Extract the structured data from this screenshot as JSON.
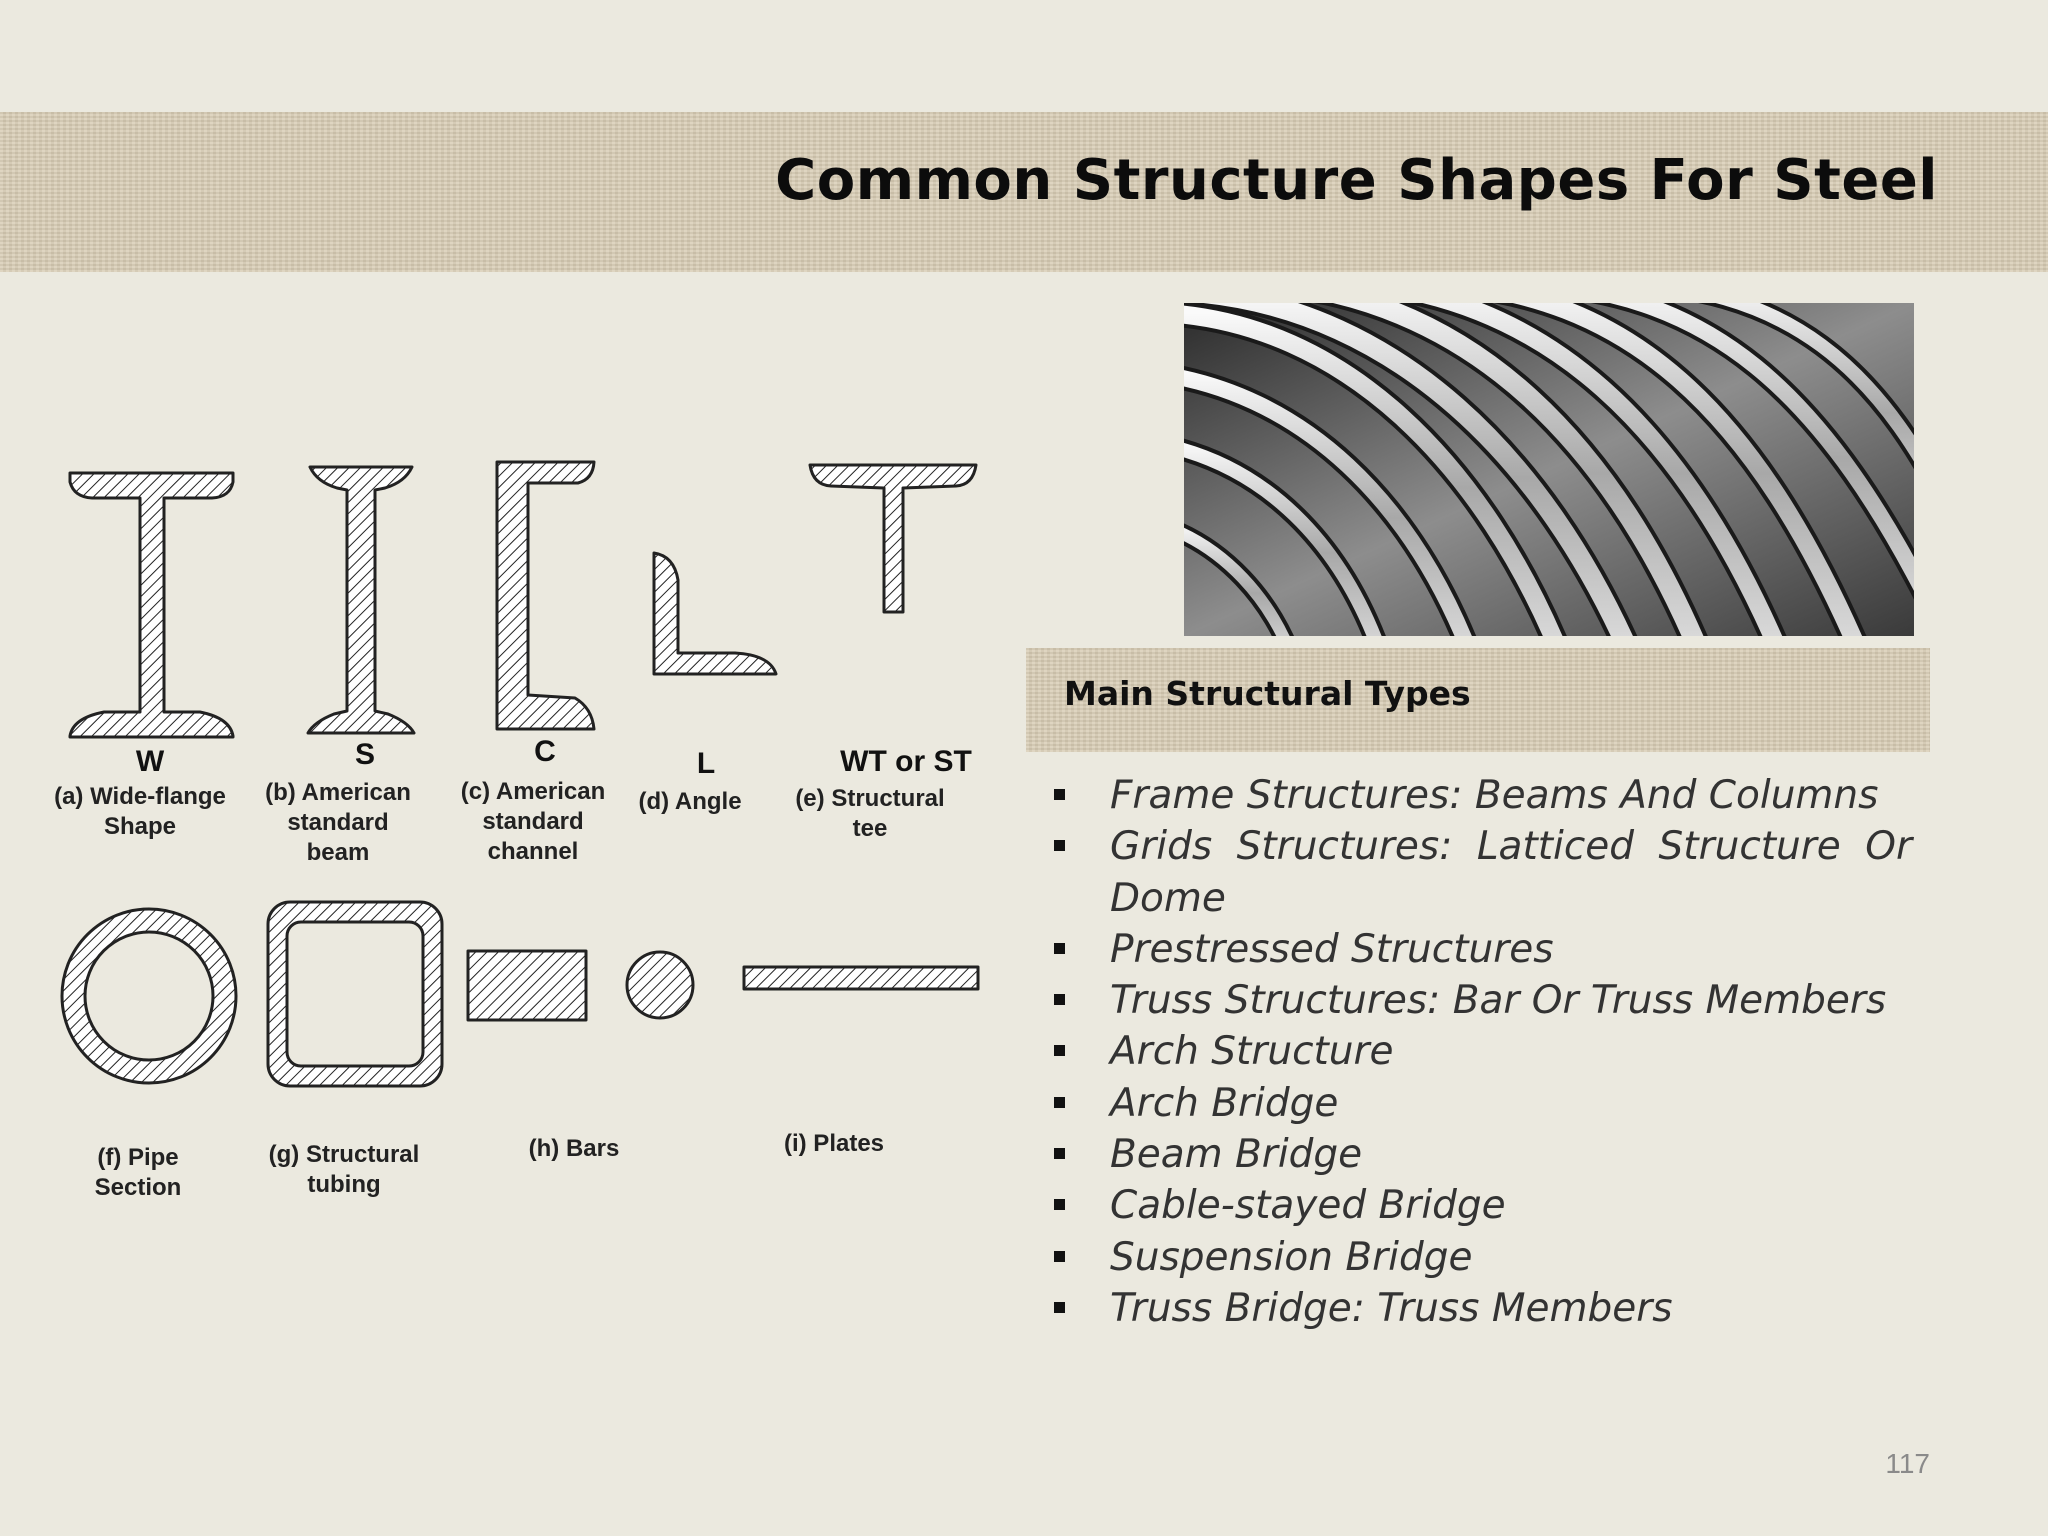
{
  "slide": {
    "title": "Common Structure Shapes For Steel",
    "page_number": "117"
  },
  "shapes": [
    {
      "code": "W",
      "label": "(a) Wide-flange\nShape",
      "icon": "wide-flange-shape-icon"
    },
    {
      "code": "S",
      "label": "(b) American\nstandard\nbeam",
      "icon": "american-standard-beam-icon"
    },
    {
      "code": "C",
      "label": "(c) American\nstandard\nchannel",
      "icon": "american-standard-channel-icon"
    },
    {
      "code": "L",
      "label": "(d) Angle",
      "icon": "angle-icon"
    },
    {
      "code": "WT or ST",
      "label": "(e) Structural\ntee",
      "icon": "structural-tee-icon"
    },
    {
      "code": "",
      "label": "(f) Pipe\nSection",
      "icon": "pipe-section-icon"
    },
    {
      "code": "",
      "label": "(g)  Structural\ntubing",
      "icon": "structural-tubing-icon"
    },
    {
      "code": "",
      "label": "(h) Bars",
      "icon": "bar-icon"
    },
    {
      "code": "",
      "label": "",
      "icon": "round-bar-icon"
    },
    {
      "code": "",
      "label": "(i) Plates",
      "icon": "plate-icon"
    }
  ],
  "panel": {
    "title": "Main Structural Types",
    "items": [
      "Frame Structures: Beams And Columns",
      "Grids Structures: Latticed Structure Or Dome",
      "Prestressed Structures",
      "Truss Structures: Bar Or Truss Members",
      "Arch Structure",
      "Arch Bridge",
      "Beam Bridge",
      "Cable-stayed Bridge",
      "Suspension Bridge",
      "Truss Bridge: Truss Members"
    ]
  },
  "colors": {
    "background": "#ebe9df",
    "band": "#d8ccb4",
    "text": "#111111",
    "list_text": "#333333"
  }
}
